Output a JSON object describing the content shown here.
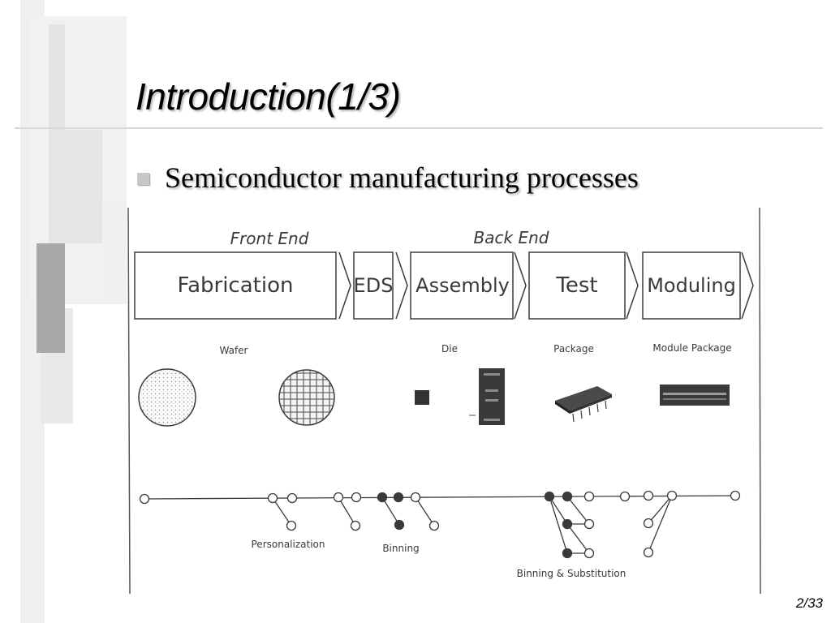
{
  "slide": {
    "title": "Introduction(1/3)",
    "bullet": "Semiconductor manufacturing processes",
    "page_number": "2/33"
  },
  "diagram": {
    "groups": {
      "front_end": "Front End",
      "back_end": "Back End"
    },
    "stages": [
      "Fabrication",
      "EDS",
      "Assembly",
      "Test",
      "Moduling"
    ],
    "products": {
      "wafer": "Wafer",
      "die": "Die",
      "package": "Package",
      "module_package": "Module Package"
    },
    "flow_labels": {
      "personalization": "Personalization",
      "binning": "Binning",
      "binning_substitution": "Binning & Substitution"
    }
  },
  "colors": {
    "text": "#000000",
    "diagram_ink": "#3a3a3a",
    "decor_gray": "#a8a8a8",
    "decor_light": "#ececec"
  }
}
